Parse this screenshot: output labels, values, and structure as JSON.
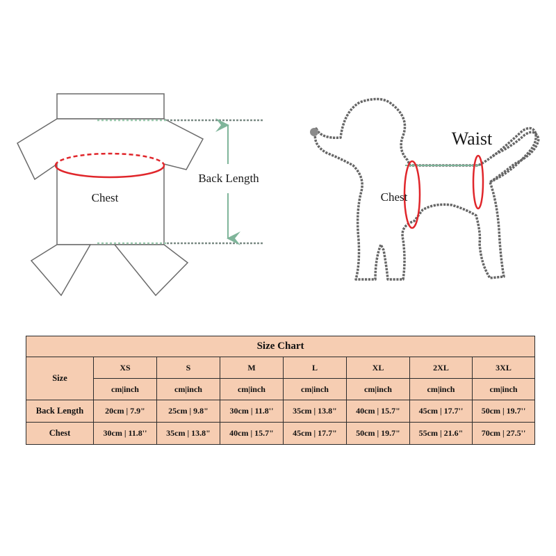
{
  "shirt_diagram": {
    "chest_label": "Chest",
    "back_length_label": "Back Length"
  },
  "dog_diagram": {
    "waist_label": "Waist",
    "chest_label": "Chest"
  },
  "size_chart": {
    "title": "Size Chart",
    "size_header": "Size",
    "unit_label": "cm|inch",
    "sizes": [
      "XS",
      "S",
      "M",
      "L",
      "XL",
      "2XL",
      "3XL"
    ],
    "rows": [
      {
        "label": "Back Length",
        "values": [
          "20cm | 7.9\"",
          "25cm | 9.8\"",
          "30cm | 11.8''",
          "35cm | 13.8\"",
          "40cm | 15.7\"",
          "45cm | 17.7''",
          "50cm | 19.7''"
        ]
      },
      {
        "label": "Chest",
        "values": [
          "30cm | 11.8''",
          "35cm | 13.8\"",
          "40cm | 15.7\"",
          "45cm | 17.7\"",
          "50cm | 19.7\"",
          "55cm | 21.6\"",
          "70cm | 27.5''"
        ]
      }
    ]
  },
  "colors": {
    "table_bg": "#f6cdb2",
    "measure_red": "#e0262b",
    "arrow_green": "#7fb59a",
    "outline_gray": "#666666"
  }
}
